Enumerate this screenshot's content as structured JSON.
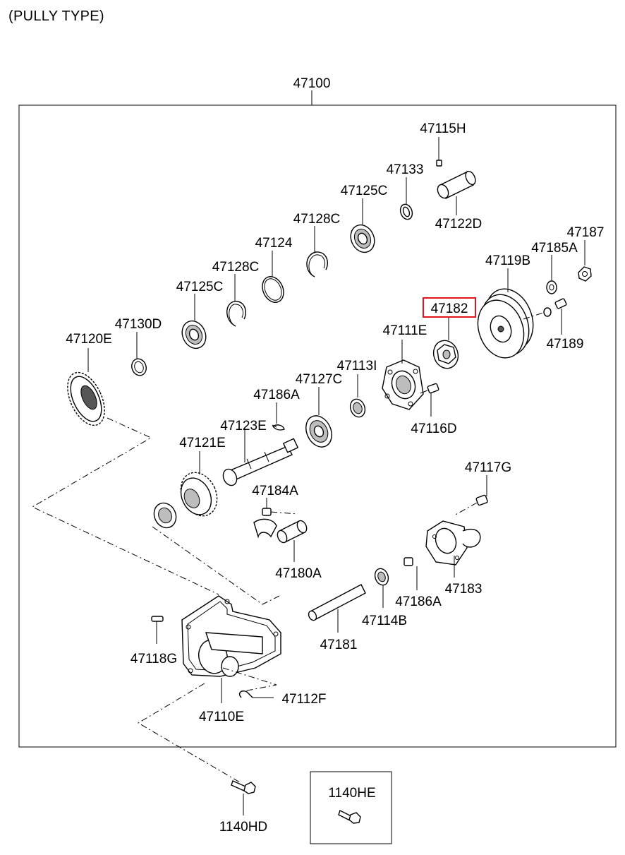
{
  "header": {
    "title": "(PULLY TYPE)"
  },
  "assembly": {
    "label": "47100"
  },
  "parts": {
    "p47115H": "47115H",
    "p47133": "47133",
    "p47125C_top": "47125C",
    "p47122D": "47122D",
    "p47128C_top": "47128C",
    "p47187": "47187",
    "p47124": "47124",
    "p47185A": "47185A",
    "p47128C_mid": "47128C",
    "p47119B": "47119B",
    "p47125C_mid": "47125C",
    "p47182": "47182",
    "p47130D": "47130D",
    "p47111E": "47111E",
    "p47189": "47189",
    "p47120E": "47120E",
    "p47113I": "47113I",
    "p47127C": "47127C",
    "p47186A_top": "47186A",
    "p47116D": "47116D",
    "p47123E": "47123E",
    "p47121E": "47121E",
    "p47117G": "47117G",
    "p47184A": "47184A",
    "p47180A": "47180A",
    "p47183": "47183",
    "p47186A_low": "47186A",
    "p47114B": "47114B",
    "p47181": "47181",
    "p47118G": "47118G",
    "p47112F": "47112F",
    "p47110E": "47110E",
    "p1140HD": "1140HD",
    "p1140HE": "1140HE"
  },
  "highlight": {
    "part": "47182",
    "color": "#e0141b"
  },
  "icons": [
    "bolt-icon",
    "bearing-icon",
    "gear-icon",
    "pulley-icon",
    "housing-icon"
  ]
}
